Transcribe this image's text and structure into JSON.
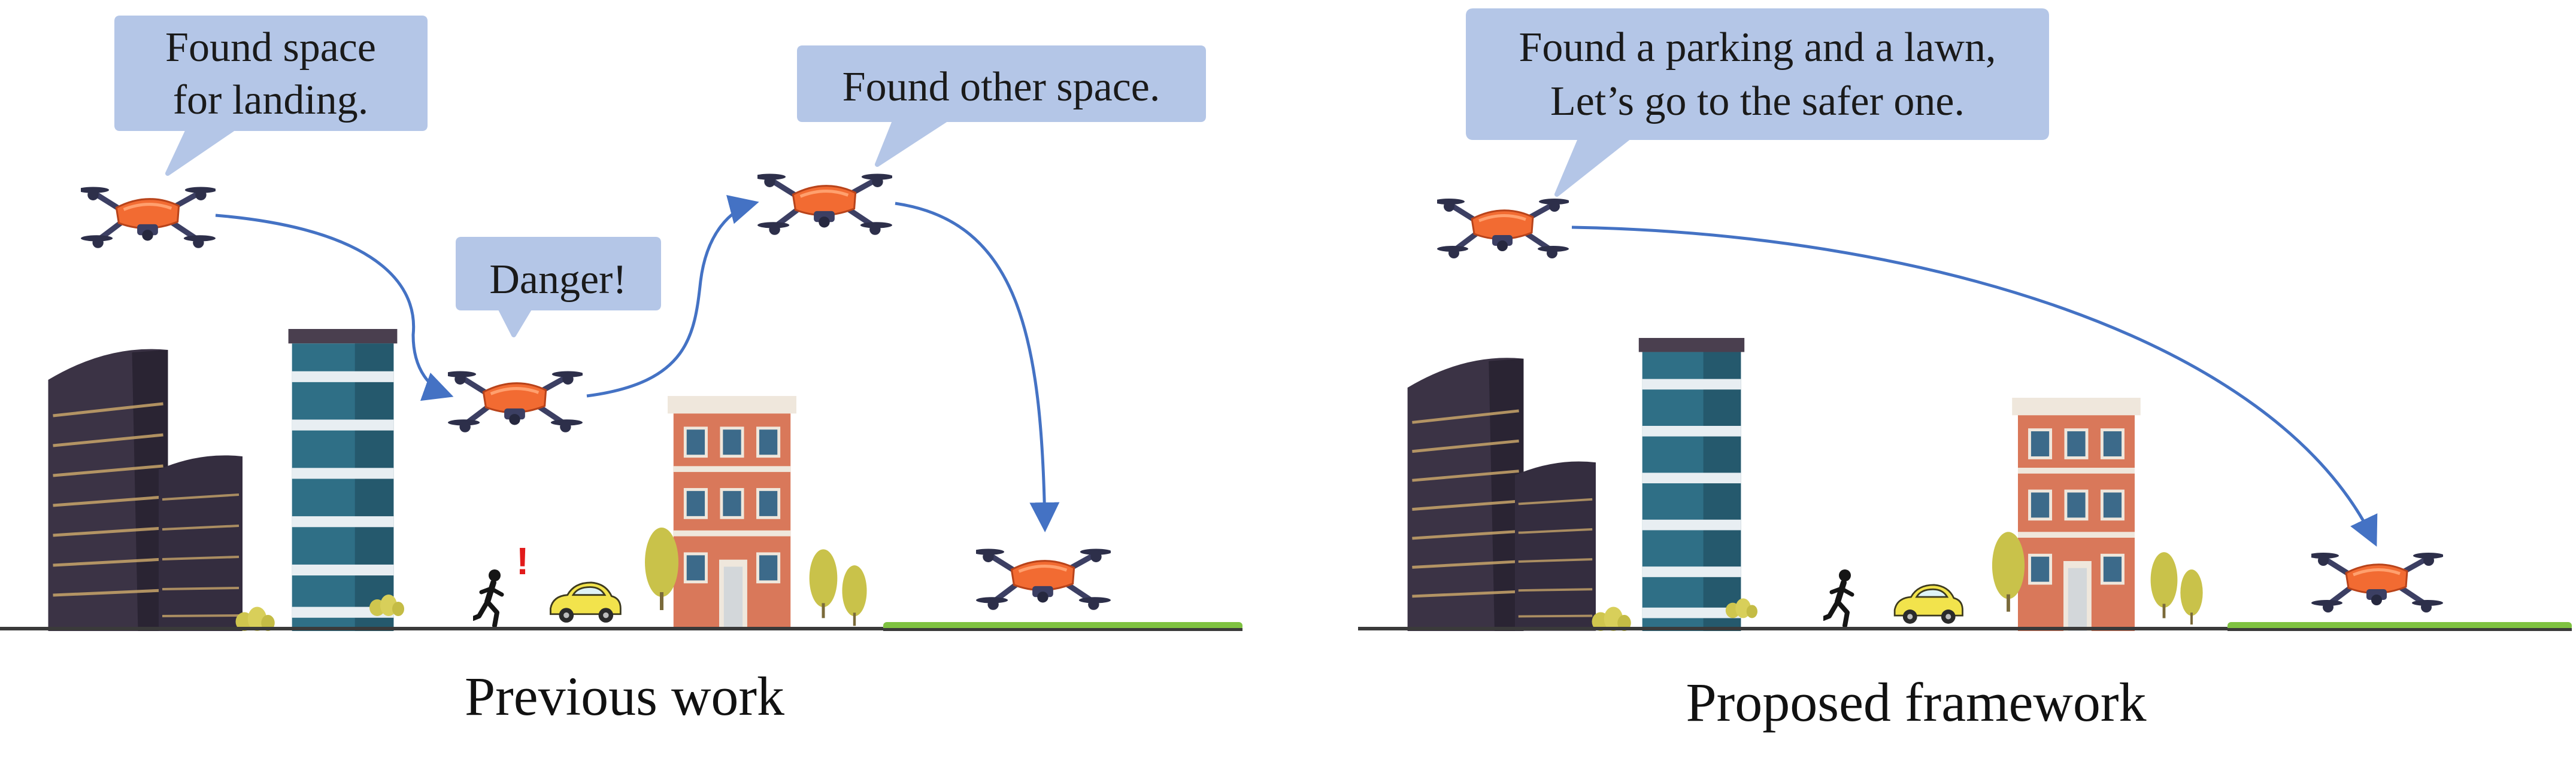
{
  "colors": {
    "bubble": "#b4c6e7",
    "arrow": "#4472c4",
    "ground": "#3a3a3a",
    "grass": "#7fc241",
    "drone_body": "#f26b32",
    "drone_frame": "#3c3f63",
    "tower_dark": "#3b3345",
    "tower_blue": "#2f6f86",
    "brick": "#d9785a",
    "car": "#f2e34c",
    "tree": "#c9c24a"
  },
  "left_panel": {
    "caption": "Previous work",
    "bubble_landing": [
      "Found space",
      "for landing."
    ],
    "bubble_danger": "Danger!",
    "bubble_other": "Found other space.",
    "alert_mark": "!"
  },
  "right_panel": {
    "caption": "Proposed framework",
    "bubble_lawn": [
      "Found a parking and a lawn,",
      "Let’s go to the safer one."
    ]
  }
}
